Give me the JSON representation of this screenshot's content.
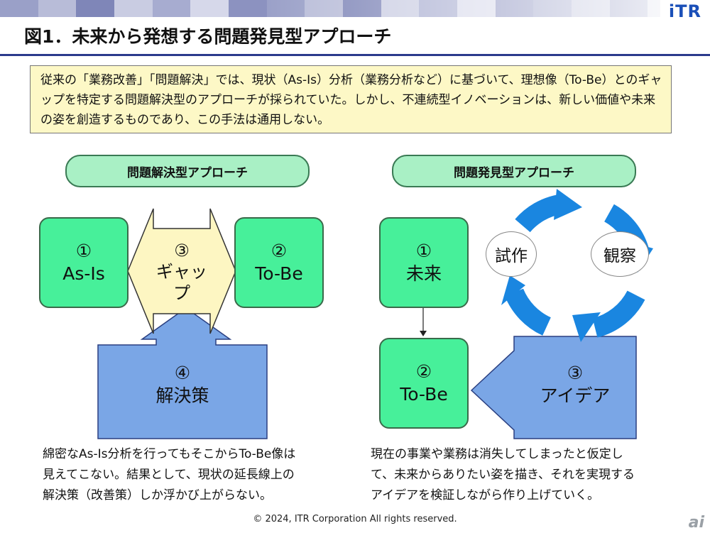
{
  "header": {
    "logo": "iTR",
    "title": "図1．未来から発想する問題発見型アプローチ"
  },
  "intro": {
    "text": "従来の「業務改善」「問題解決」では、現状（As-Is）分析（業務分析など）に基づいて、理想像（To-Be）とのギャップを特定する問題解決型のアプローチが採られていた。しかし、不連続型イノベーションは、新しい価値や未来の姿を創造するものであり、この手法は通用しない。"
  },
  "left": {
    "pill": "問題解決型アプローチ",
    "as_is": {
      "num": "①",
      "label": "As-Is"
    },
    "gap": {
      "num": "③",
      "label": "ギャップ"
    },
    "to_be": {
      "num": "②",
      "label": "To-Be"
    },
    "solution": {
      "num": "④",
      "label": "解決策"
    },
    "caption": [
      "綿密なAs-Is分析を行ってもそこからTo-Be像は",
      "見えてこない。結果として、現状の延長線上の",
      "解決策（改善策）しか浮かび上がらない。"
    ]
  },
  "right": {
    "pill": "問題発見型アプローチ",
    "future": {
      "num": "①",
      "label": "未来"
    },
    "to_be": {
      "num": "②",
      "label": "To-Be"
    },
    "idea": {
      "num": "③",
      "label": "アイデア"
    },
    "prototype": "試作",
    "observe": "観察",
    "caption": [
      "現在の事業や業務は消失してしまったと仮定し",
      "て、未来からありたい姿を描き、それを実現する",
      "アイデアを検証しながら作り上げていく。"
    ]
  },
  "footer": "© 2024, ITR Corporation  All rights reserved.",
  "watermark": "ai",
  "colors": {
    "green_box": "#47f09a",
    "green_pill": "#a9f0c5",
    "blue_arrow": "#7aa6e6",
    "cycle_blue": "#1a86e0",
    "gap_yellow": "#fdf6c2",
    "intro_bg": "#fdf8c6",
    "logo": "#1a4fb8"
  }
}
